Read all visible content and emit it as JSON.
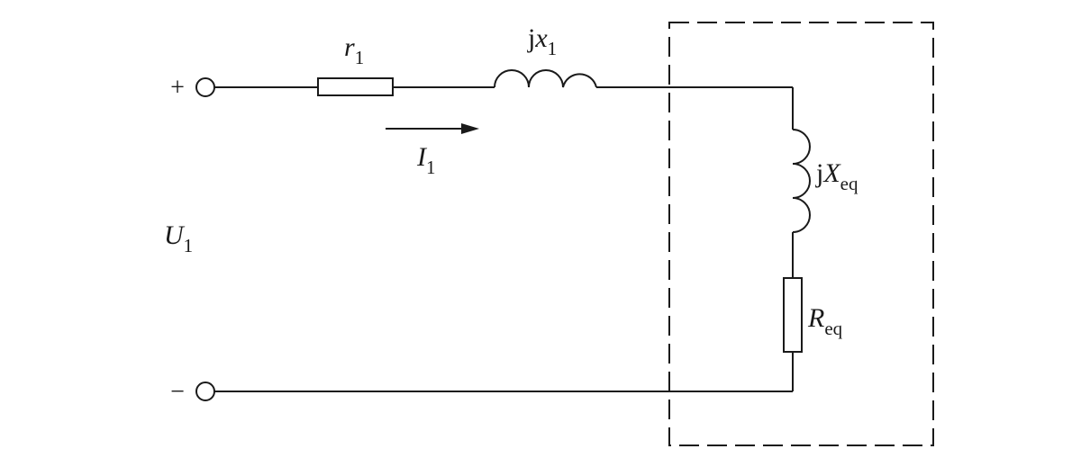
{
  "colors": {
    "ink": "#1a1a1a",
    "background": "#ffffff"
  },
  "terminals": {
    "plus": "+",
    "minus": "−"
  },
  "labels": {
    "r1": {
      "main": "r",
      "sub": "1"
    },
    "jx1": {
      "prefix": "j",
      "main": "x",
      "sub": "1"
    },
    "I1": {
      "main": "I",
      "sub": "1"
    },
    "U1": {
      "main": "U",
      "sub": "1"
    },
    "jXeq": {
      "prefix": "j",
      "main": "X",
      "sub": "eq"
    },
    "Req": {
      "main": "R",
      "sub": "eq"
    }
  }
}
